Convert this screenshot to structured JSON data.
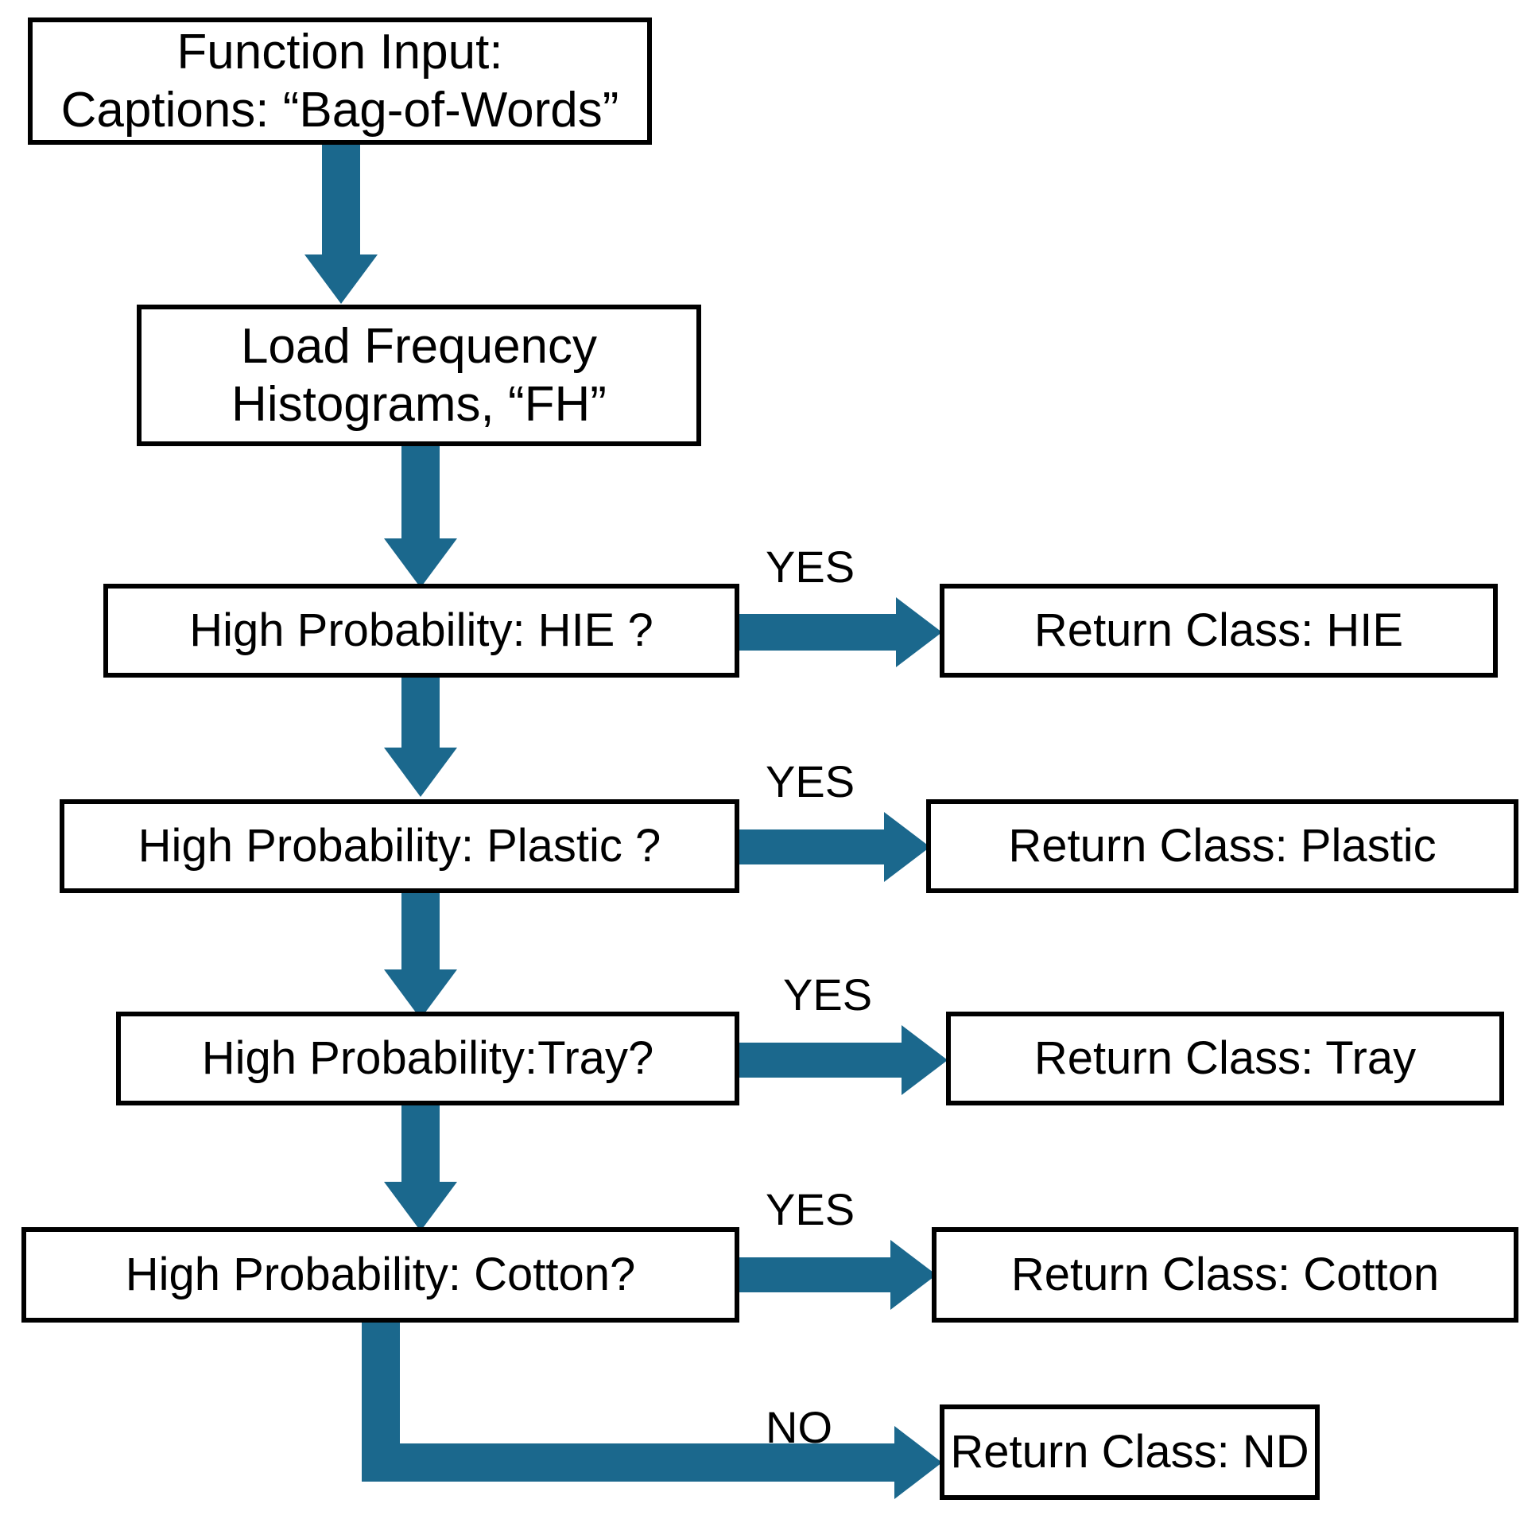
{
  "diagram": {
    "type": "flowchart",
    "title": "Bag-of-Words caption classification decision flow",
    "accent_color": "#1B688D",
    "box_border_color": "#000000",
    "background_color": "#FFFFFF"
  },
  "nodes": {
    "input": {
      "line1": "Function Input:",
      "line2": "Captions: “Bag-of-Words”"
    },
    "load": {
      "line1": "Load Frequency",
      "line2": "Histograms, “FH”"
    },
    "decisions": [
      {
        "label": "High Probability: HIE ?"
      },
      {
        "label": "High Probability: Plastic ?"
      },
      {
        "label": "High Probability:Tray?"
      },
      {
        "label": "High Probability: Cotton?"
      }
    ],
    "returns": [
      {
        "label": "Return Class: HIE"
      },
      {
        "label": "Return Class: Plastic"
      },
      {
        "label": "Return Class: Tray"
      },
      {
        "label": "Return Class: Cotton"
      },
      {
        "label": "Return Class: ND"
      }
    ]
  },
  "edge_labels": {
    "yes": "YES",
    "no": "NO",
    "branch_yes": [
      "YES",
      "YES",
      "YES",
      "YES"
    ],
    "branch_no": "NO"
  }
}
